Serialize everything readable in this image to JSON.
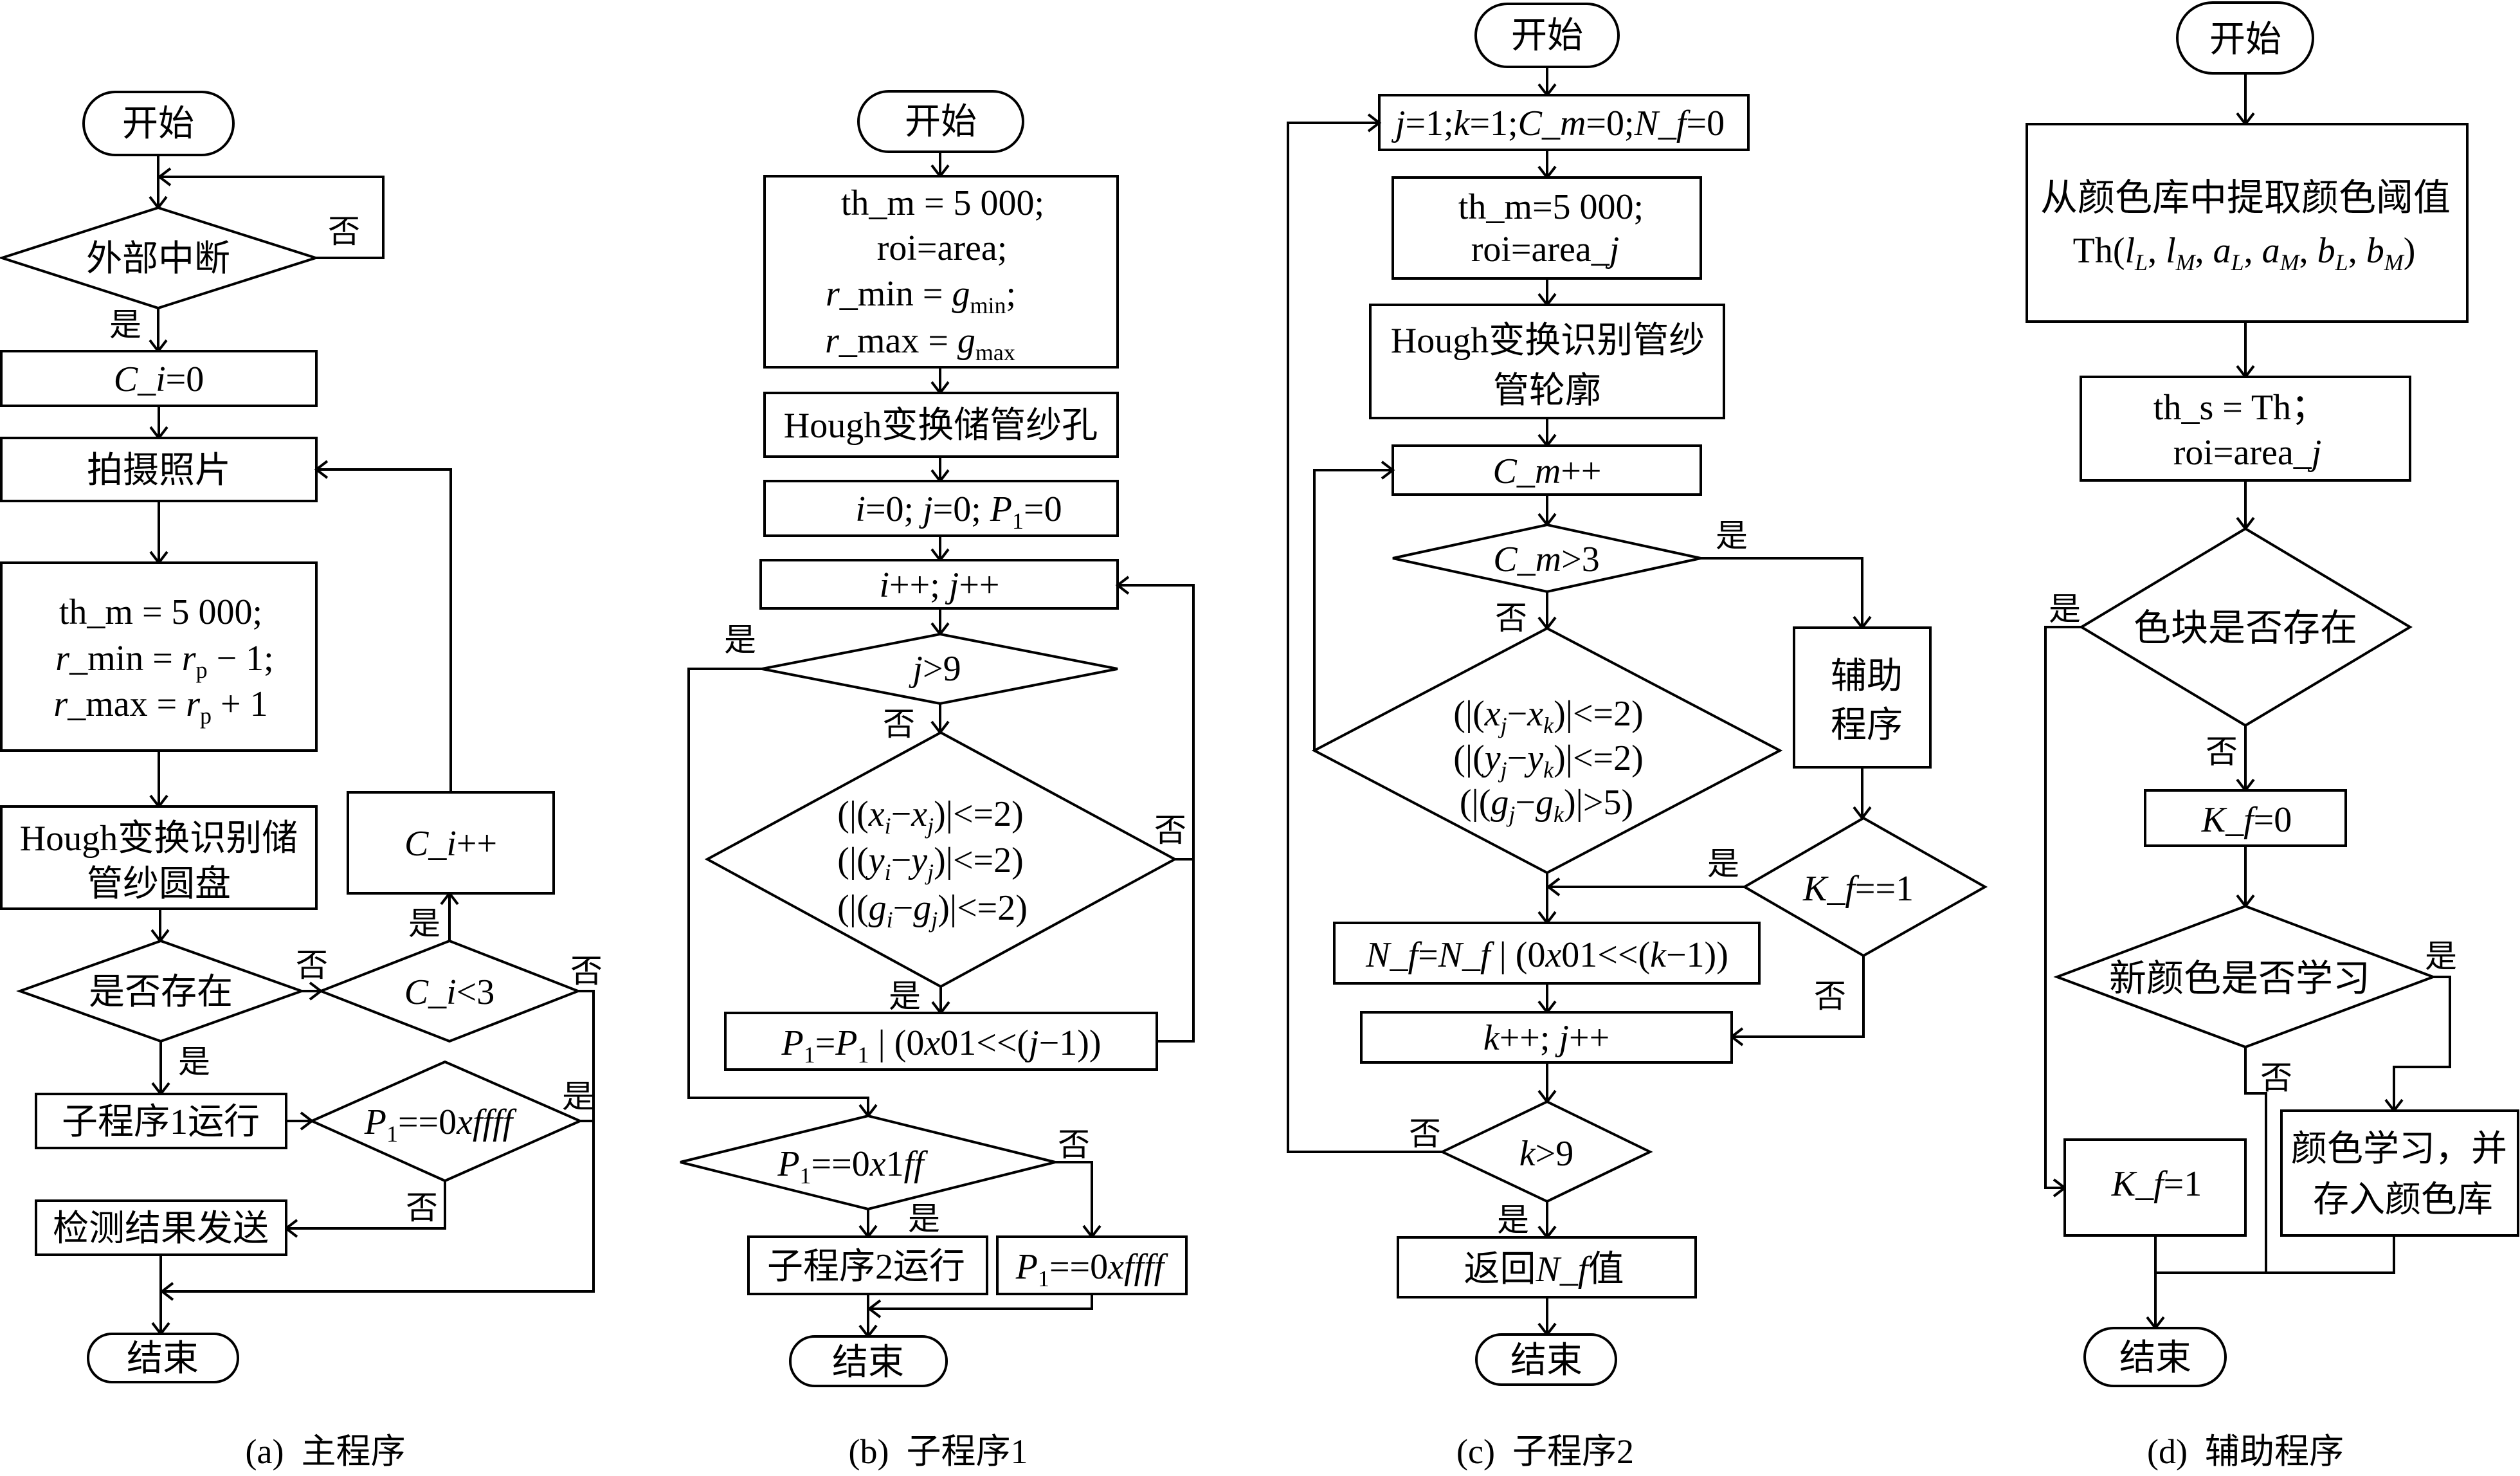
{
  "branch_labels": {
    "yes": "是",
    "no": "否"
  },
  "panel_a": {
    "caption": "(a)  主程序",
    "start": "开始",
    "external_interrupt": "外部中断",
    "ci_reset": [
      "C",
      "_",
      "i",
      "=0"
    ],
    "take_photo": "拍摄照片",
    "params": {
      "th_m": "th_m = 5 000;",
      "r_min": [
        "r",
        "_min = ",
        "r",
        "p",
        " − 1;"
      ],
      "r_max": [
        "r",
        "_max = ",
        "r",
        "p",
        " + 1"
      ]
    },
    "hough": [
      "Hough变换识别储",
      "管纱圆盘"
    ],
    "ci_increment": [
      "C",
      "_",
      "i",
      "++"
    ],
    "exists_check": "是否存在",
    "ci_check": [
      "C",
      "_",
      "i",
      "<3"
    ],
    "run_subroutine_1": "子程序1运行",
    "p1_check": [
      "P",
      "1",
      "==0",
      "xffff"
    ],
    "send_results": "检测结果发送",
    "end": "结束"
  },
  "panel_b": {
    "caption": "(b)  子程序1",
    "start": "开始",
    "params": {
      "th_m": "th_m = 5 000;",
      "roi": "roi=area;",
      "r_min": [
        "r",
        "_min = ",
        "g",
        "min",
        ";"
      ],
      "r_max": [
        "r",
        "_max = ",
        "g",
        "max"
      ]
    },
    "hough": "Hough变换储管纱孔",
    "init": [
      "i",
      "=0; ",
      "j",
      "=0; ",
      "P",
      "1",
      "=0"
    ],
    "increment": [
      "i",
      "++; ",
      "j",
      "++"
    ],
    "j_check": [
      "j",
      ">9"
    ],
    "match_condition": [
      [
        "(|(",
        "x",
        "i",
        "−",
        "x",
        "j",
        ")|<=2)"
      ],
      [
        "(|(",
        "y",
        "i",
        "−",
        "y",
        "j",
        ")|<=2)"
      ],
      [
        "(|(",
        "g",
        "i",
        "−",
        "g",
        "j",
        ")|<=2)"
      ]
    ],
    "p1_update": [
      "P",
      "1",
      "=",
      "P",
      "1",
      " | (0",
      "x",
      "01<<(",
      "j",
      "−1))"
    ],
    "p1_check": [
      "P",
      "1",
      "==0",
      "x",
      "1",
      "ff"
    ],
    "run_subroutine_2": "子程序2运行",
    "p1_set": [
      "P",
      "1",
      "==0",
      "xffff"
    ],
    "end": "结束"
  },
  "panel_c": {
    "caption": "(c)  子程序2",
    "start": "开始",
    "init": [
      "j",
      "=1;",
      "k",
      "=1;",
      "C",
      "_",
      "m",
      "=0;",
      "N",
      "_",
      "f",
      "=0"
    ],
    "params": {
      "th_m": "th_m=5 000;",
      "roi": [
        "roi=area_",
        "j"
      ]
    },
    "hough": [
      "Hough变换识别管纱",
      "管轮廓"
    ],
    "cm_increment": [
      "C",
      "_",
      "m",
      "++"
    ],
    "cm_check": [
      "C",
      "_",
      "m",
      ">3"
    ],
    "match_condition": [
      [
        "(|(",
        "x",
        "j",
        "−",
        "x",
        "k",
        ")|<=2)"
      ],
      [
        "(|(",
        "y",
        "j",
        "−",
        "y",
        "k",
        ")|<=2)"
      ],
      [
        "(|(",
        "g",
        "j",
        "−",
        "g",
        "k",
        ")|>5)"
      ]
    ],
    "auxiliary_program": [
      "辅助",
      "程序"
    ],
    "kf_check": [
      "K",
      "_",
      "f",
      "==1"
    ],
    "nf_update": [
      "N",
      "_",
      "f",
      "=",
      "N",
      "_",
      "f",
      " | (0",
      "x",
      "01<<(",
      "k",
      "−1))"
    ],
    "increment": [
      "k",
      "++; ",
      "j",
      "++"
    ],
    "k_check": [
      "k",
      ">9"
    ],
    "return_nf": [
      "返回",
      "N",
      "_",
      "f",
      "值"
    ],
    "end": "结束"
  },
  "panel_d": {
    "caption": "(d)  辅助程序",
    "start": "开始",
    "extract_threshold": {
      "line1": "从颜色库中提取颜色阈值",
      "line2": [
        "Th(",
        "l",
        "L",
        ", ",
        "l",
        "M",
        ", ",
        "a",
        "L",
        ", ",
        "a",
        "M",
        ", ",
        "b",
        "L",
        ", ",
        "b",
        "M",
        ")"
      ]
    },
    "params": {
      "th_s": "th_s = Th；",
      "roi": [
        "roi=area_",
        "j"
      ]
    },
    "block_exists": "色块是否存在",
    "kf_reset": [
      "K",
      "_",
      "f",
      "=0"
    ],
    "new_color_check": "新颜色是否学习",
    "learn_color": [
      "颜色学习，并",
      "存入颜色库"
    ],
    "kf_set": [
      "K",
      "_",
      "f",
      "=1"
    ],
    "end": "结束"
  }
}
